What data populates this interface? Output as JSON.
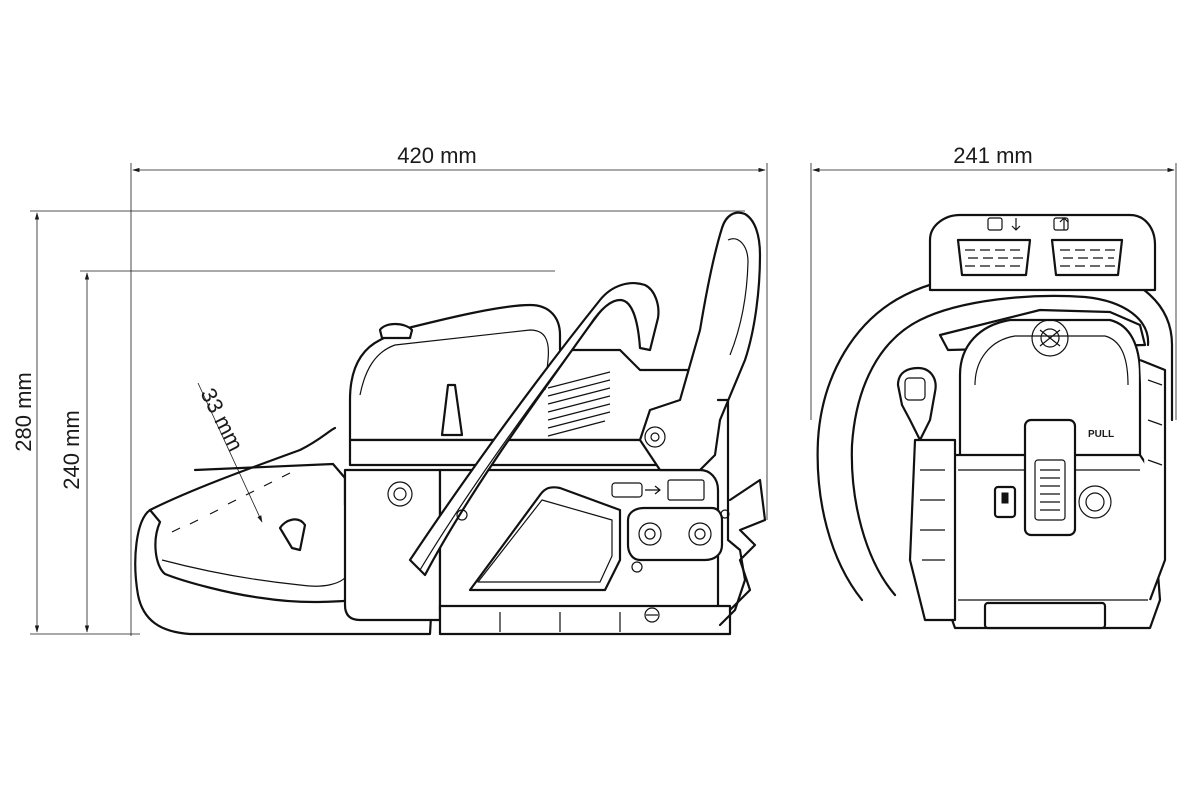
{
  "dimensions": {
    "side_length": "420 mm",
    "front_width": "241 mm",
    "total_height": "280 mm",
    "body_height": "240 mm",
    "handle_grip": "33 mm"
  },
  "colors": {
    "line": "#111111",
    "background": "#ffffff"
  },
  "labels": {
    "pull": "PULL"
  }
}
